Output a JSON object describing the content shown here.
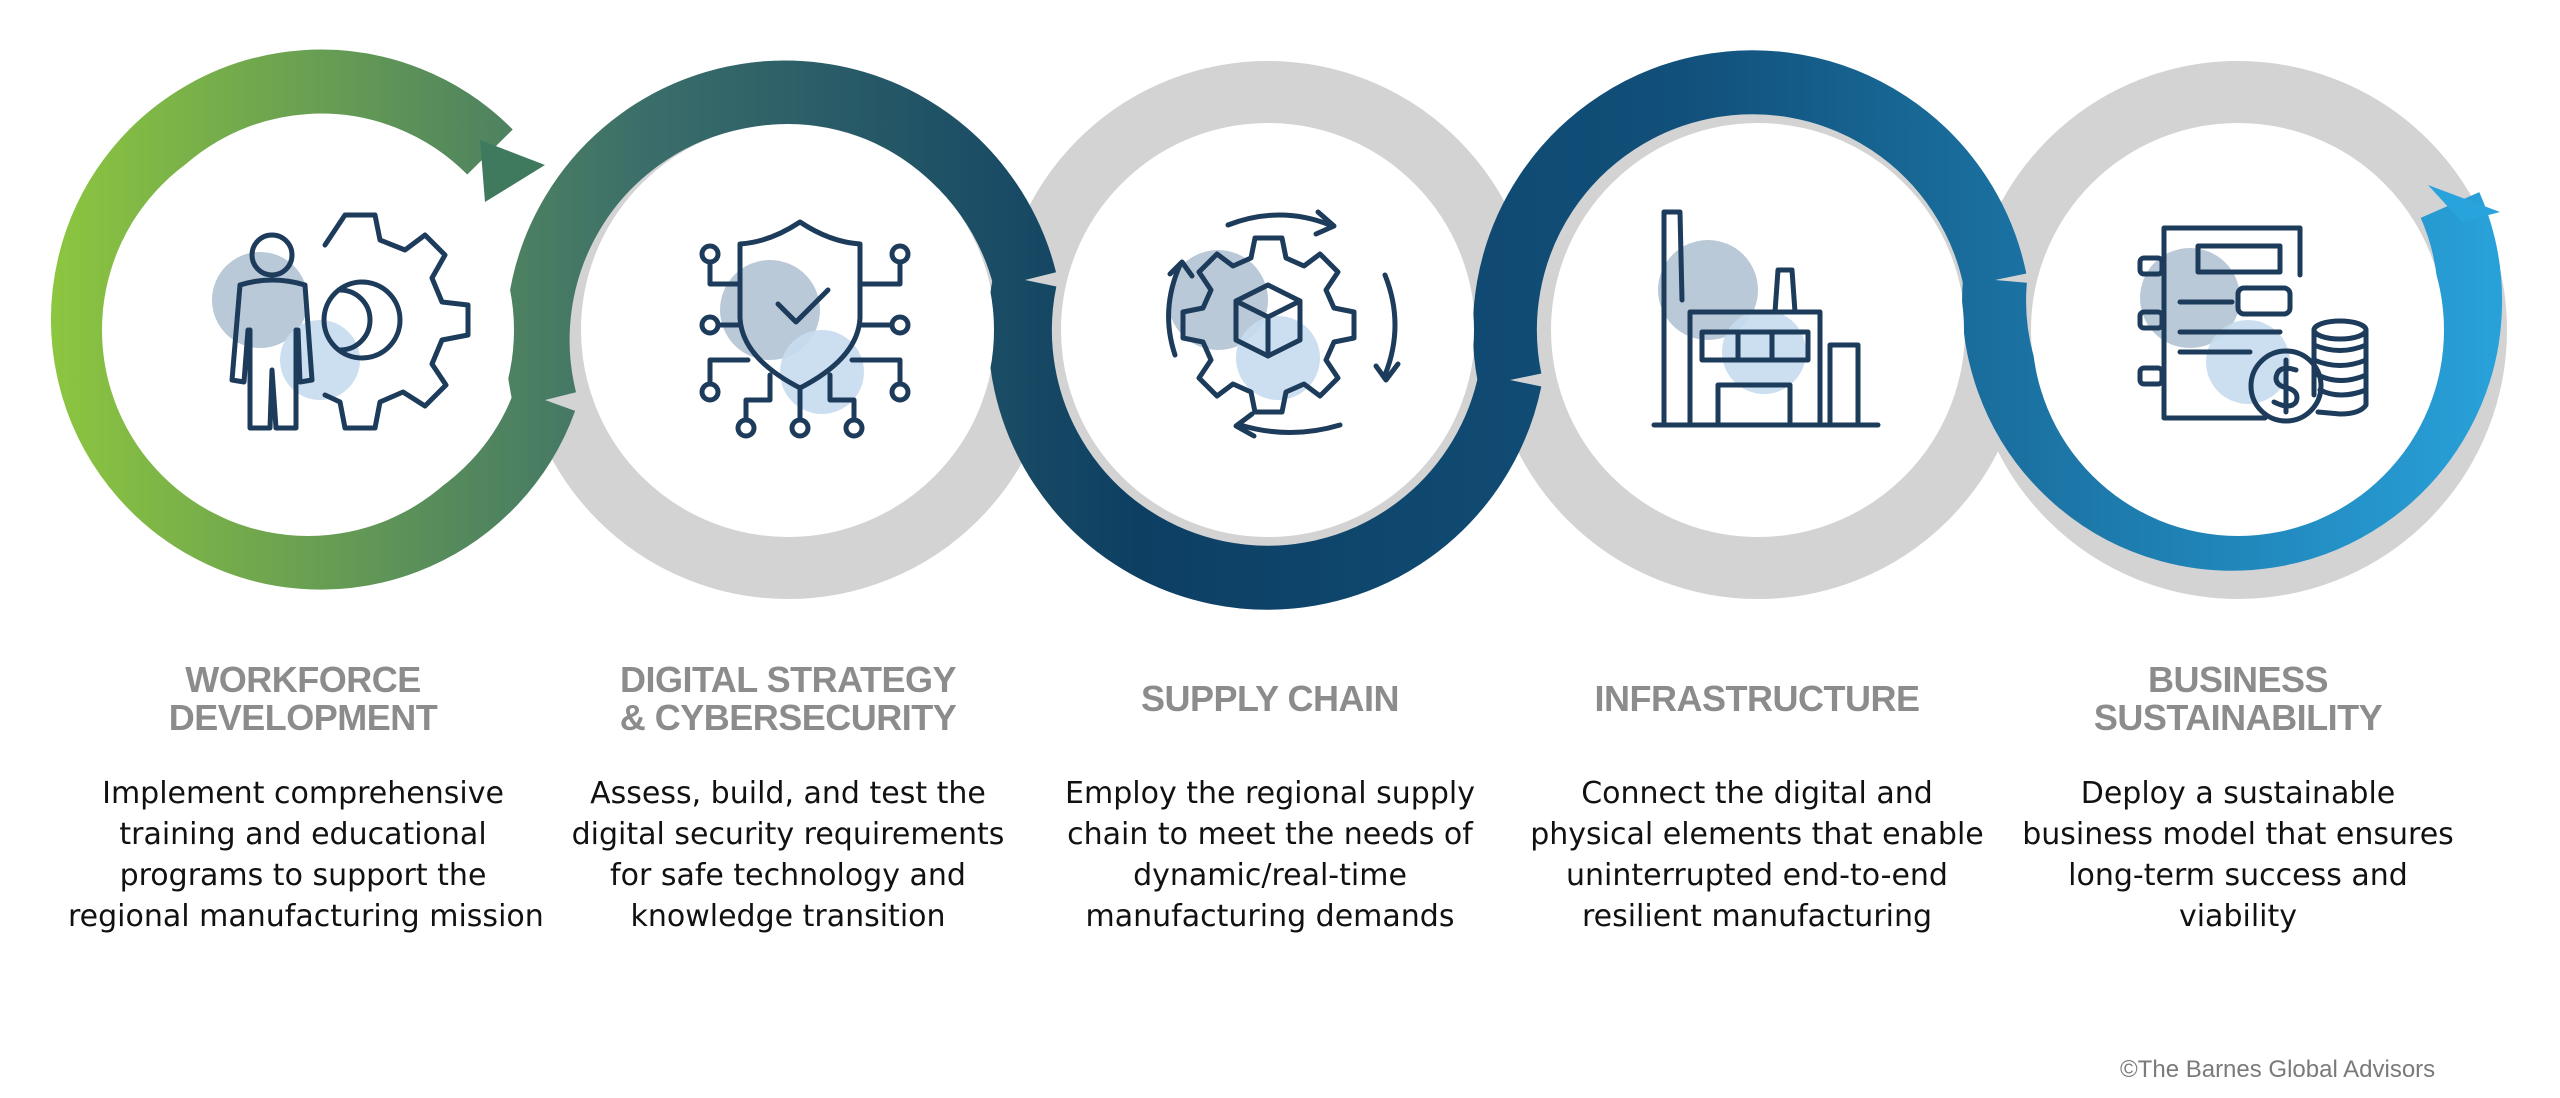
{
  "pillars": [
    {
      "id": "workforce",
      "icon": "worker-gear-icon",
      "title": [
        "WORKFORCE",
        "DEVELOPMENT"
      ],
      "description": [
        "Implement comprehensive",
        "training and educational",
        "programs to support the",
        "regional manufacturing mission"
      ]
    },
    {
      "id": "digital",
      "icon": "shield-circuit-icon",
      "title": [
        "DIGITAL STRATEGY",
        "& CYBERSECURITY"
      ],
      "description": [
        "Assess, build, and test the",
        "digital security requirements",
        "for safe technology and",
        "knowledge transition"
      ]
    },
    {
      "id": "supply",
      "icon": "gear-cube-cycle-icon",
      "title": [
        "SUPPLY CHAIN"
      ],
      "description": [
        "Employ the regional supply",
        "chain to meet the needs of",
        "dynamic/real-time",
        "manufacturing demands"
      ]
    },
    {
      "id": "infrastructure",
      "icon": "factory-icon",
      "title": [
        "INFRASTRUCTURE"
      ],
      "description": [
        "Connect the digital and",
        "physical elements that enable",
        "uninterrupted end-to-end",
        "resilient manufacturing"
      ]
    },
    {
      "id": "business",
      "icon": "document-coins-icon",
      "title": [
        "BUSINESS",
        "SUSTAINABILITY"
      ],
      "description": [
        "Deploy a sustainable",
        "business model that ensures",
        "long-term success and",
        "viability"
      ]
    }
  ],
  "colors": {
    "ring_gray": "#d3d3d3",
    "green": "#8dc63f",
    "teal": "#3b6e6a",
    "navy": "#0d3f63",
    "light_blue": "#29a3dc",
    "icon_stroke": "#1d3b5a",
    "title_gray": "#8c8c8c"
  },
  "copyright": "©The Barnes Global Advisors"
}
